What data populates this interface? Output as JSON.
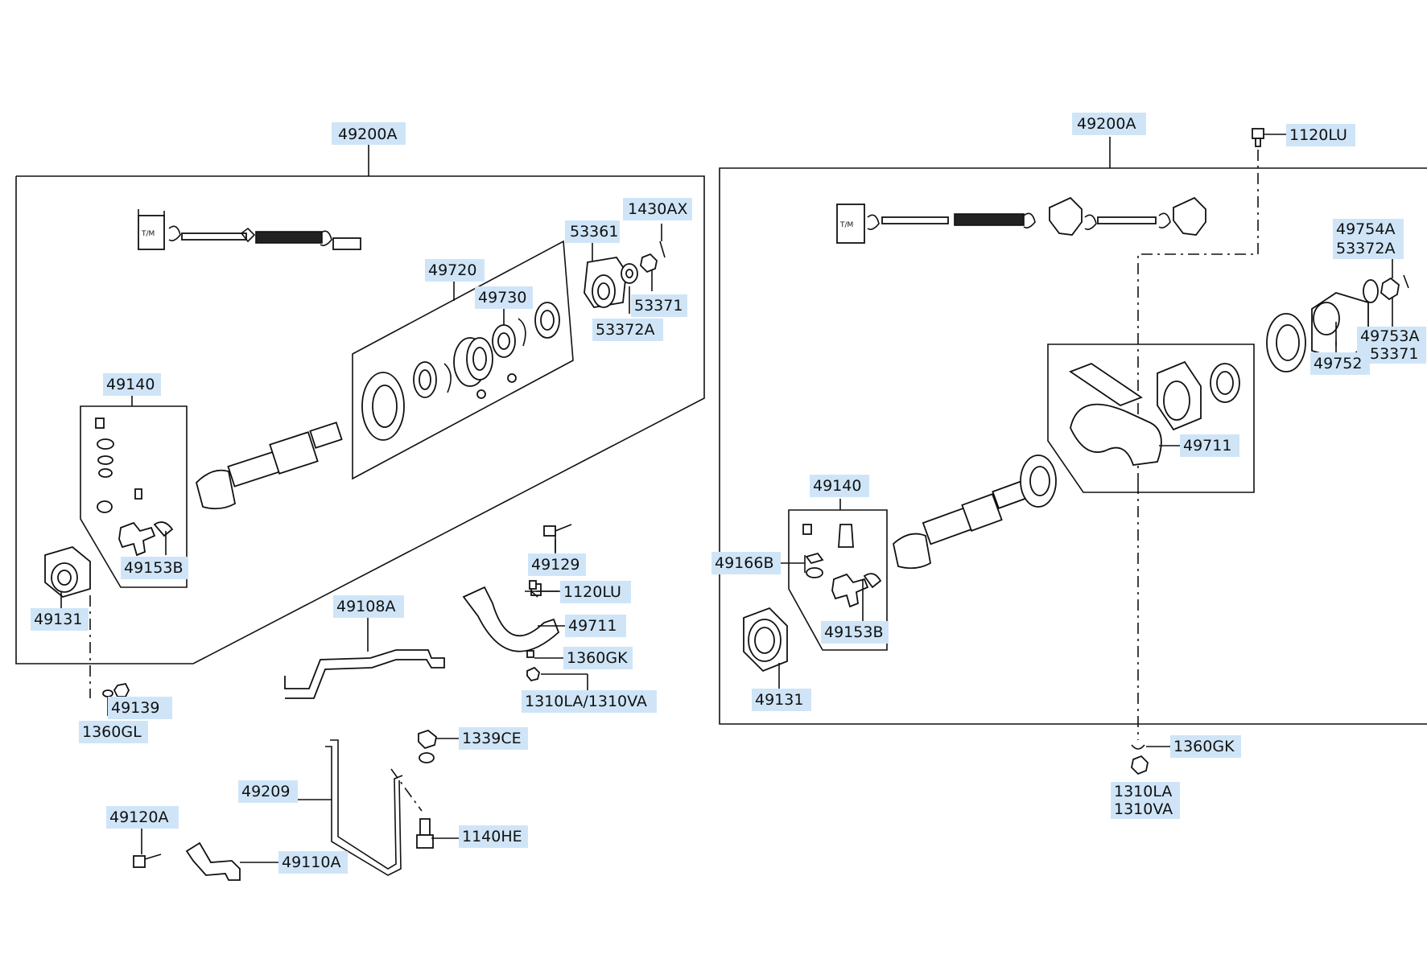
{
  "labels": {
    "l_49200A_left": "49200A",
    "l_1430AX": "1430AX",
    "l_53361": "53361",
    "l_49720": "49720",
    "l_49730": "49730",
    "l_53371_left": "53371",
    "l_53372A_left": "53372A",
    "l_49140_left": "49140",
    "l_49153B_left": "49153B",
    "l_49131_left": "49131",
    "l_49139": "49139",
    "l_1360GL": "1360GL",
    "l_49129": "49129",
    "l_1120LU_mid": "1120LU",
    "l_49711_mid": "49711",
    "l_1360GK_mid": "1360GK",
    "l_1310LA_1310VA_mid": "1310LA/1310VA",
    "l_49108A": "49108A",
    "l_1339CE": "1339CE",
    "l_49209": "49209",
    "l_1140HE": "1140HE",
    "l_49120A": "49120A",
    "l_49110A": "49110A",
    "l_49200A_right": "49200A",
    "l_1120LU_right": "1120LU",
    "l_49754A": "49754A",
    "l_53372A_right": "53372A",
    "l_49753A": "49753A",
    "l_53371_right": "53371",
    "l_49752": "49752",
    "l_49711_right": "49711",
    "l_49140_right": "49140",
    "l_49166B": "49166B",
    "l_49153B_right": "49153B",
    "l_49131_right": "49131",
    "l_1360GK_right": "1360GK",
    "l_1310LA_right": "1310LA",
    "l_1310VA_right": "1310VA"
  },
  "shaft_tags": {
    "tm_left": "T/M",
    "tm_right": "T/M"
  },
  "colors": {
    "label_highlight": "#cfe5f7",
    "line": "#111111"
  }
}
